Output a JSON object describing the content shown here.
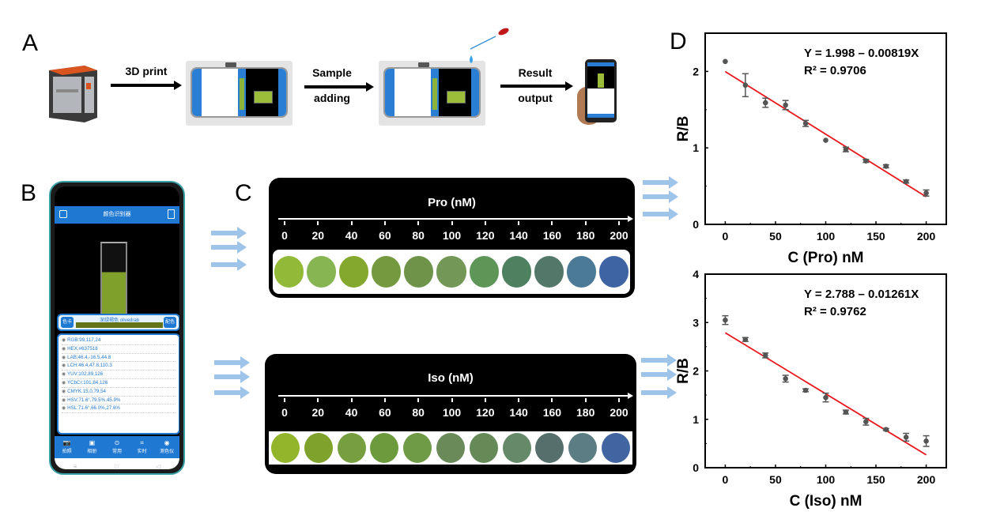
{
  "panels": {
    "A": {
      "label": "A",
      "steps": [
        {
          "line1": "3D print",
          "line2": ""
        },
        {
          "line1": "Sample",
          "line2": "adding"
        },
        {
          "line1": "Result",
          "line2": "output"
        }
      ]
    },
    "B": {
      "label": "B",
      "app": {
        "title": "颜色识别器",
        "left_button": "色卡",
        "right_button": "配色",
        "color_name": "深绿褐色 olivedrab",
        "color_hex": "#637518",
        "values": [
          "RGB:99,117,24",
          "HEX:#637518",
          "LAB:46.4,-16.5,44.8",
          "LCH:46.4,47.8,110.3",
          "YUV:102,89,126",
          "YCbCr:101,84,126",
          "CMYK:15,0,79,54",
          "HSV:71.6°,79.5%,45.9%",
          "HSL:71.6°,66.0%,27.6%"
        ],
        "tabs": [
          {
            "icon": "camera-icon",
            "glyph": "📷",
            "label": "拍照"
          },
          {
            "icon": "album-icon",
            "glyph": "▣",
            "label": "相册"
          },
          {
            "icon": "common-icon",
            "glyph": "⊙",
            "label": "常用"
          },
          {
            "icon": "realtime-icon",
            "glyph": "⌗",
            "label": "实时"
          },
          {
            "icon": "eye-icon",
            "glyph": "◉",
            "label": "测色仪"
          }
        ],
        "nav": [
          "≡",
          "□",
          "◁"
        ]
      }
    },
    "C": {
      "label": "C",
      "strips": [
        {
          "title": "Pro  (nM)",
          "ticks": [
            "0",
            "20",
            "40",
            "60",
            "80",
            "100",
            "120",
            "140",
            "160",
            "180",
            "200"
          ],
          "colors": [
            "#92ba38",
            "#86b552",
            "#84a82e",
            "#75993f",
            "#6f9449",
            "#739756",
            "#5e9658",
            "#4e8160",
            "#53786a",
            "#4a7a96",
            "#3e64a3"
          ]
        },
        {
          "title": "Iso  (nM)",
          "ticks": [
            "0",
            "20",
            "40",
            "60",
            "80",
            "100",
            "120",
            "140",
            "160",
            "180",
            "200"
          ],
          "colors": [
            "#93b52c",
            "#7fa22c",
            "#779e3f",
            "#6e9a3e",
            "#6f9a46",
            "#6b8a5a",
            "#658a58",
            "#66896a",
            "#576f6c",
            "#5b7d83",
            "#4165a0"
          ]
        }
      ]
    },
    "D": {
      "label": "D"
    }
  },
  "chart_data": [
    {
      "type": "scatter",
      "title": "",
      "xlabel": "C (Pro) nM",
      "ylabel": "R/B",
      "xlim": [
        -20,
        220
      ],
      "ylim": [
        0,
        2.5
      ],
      "xticks": [
        "0",
        "50",
        "100",
        "150",
        "200"
      ],
      "yticks": [
        "0",
        "1",
        "2"
      ],
      "x": [
        0,
        20,
        40,
        60,
        80,
        100,
        120,
        140,
        160,
        180,
        200
      ],
      "y": [
        2.13,
        1.82,
        1.59,
        1.56,
        1.32,
        1.1,
        0.98,
        0.83,
        0.76,
        0.56,
        0.41
      ],
      "error": [
        0.01,
        0.15,
        0.06,
        0.06,
        0.04,
        0.01,
        0.03,
        0.02,
        0.02,
        0.02,
        0.04
      ],
      "fit": {
        "intercept": 1.998,
        "slope": -0.00819
      },
      "annotation": [
        "Y = 1.998 – 0.00819X",
        "R² = 0.9706"
      ],
      "fit_color": "#e8161b",
      "marker_color": "#555555"
    },
    {
      "type": "scatter",
      "title": "",
      "xlabel": "C (Iso) nM",
      "ylabel": "R/B",
      "xlim": [
        -20,
        220
      ],
      "ylim": [
        0,
        4
      ],
      "xticks": [
        "0",
        "50",
        "100",
        "150",
        "200"
      ],
      "yticks": [
        "0",
        "1",
        "2",
        "3",
        "4"
      ],
      "x": [
        0,
        20,
        40,
        60,
        80,
        100,
        120,
        140,
        160,
        180,
        200
      ],
      "y": [
        3.05,
        2.65,
        2.32,
        1.84,
        1.6,
        1.45,
        1.15,
        0.95,
        0.79,
        0.63,
        0.55
      ],
      "error": [
        0.09,
        0.04,
        0.05,
        0.07,
        0.03,
        0.09,
        0.04,
        0.07,
        0.02,
        0.08,
        0.11
      ],
      "fit": {
        "intercept": 2.788,
        "slope": -0.01261
      },
      "annotation": [
        "Y = 2.788 – 0.01261X",
        "R² = 0.9762"
      ],
      "fit_color": "#e8161b",
      "marker_color": "#555555"
    }
  ]
}
